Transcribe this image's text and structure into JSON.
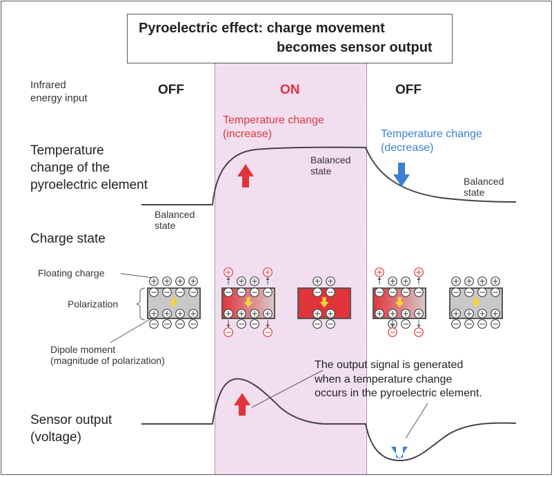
{
  "title": {
    "line1": "Pyroelectric effect: charge movement",
    "line2": "becomes sensor output"
  },
  "rows": {
    "infrared": "Infrared\nenergy input",
    "temperature": "Temperature\nchange of the\npyroelectric element",
    "charge": "Charge state",
    "sensor": "Sensor output\n(voltage)"
  },
  "states": {
    "off1": "OFF",
    "on": "ON",
    "off2": "OFF"
  },
  "annotations": {
    "temp_increase": "Temperature change\n(increase)",
    "temp_decrease": "Temperature change\n(decrease)",
    "balanced_1": "Balanced\nstate",
    "balanced_2": "Balanced\nstate",
    "balanced_3": "Balanced\nstate",
    "floating_charge": "Floating charge",
    "polarization": "Polarization",
    "dipole_moment": "Dipole moment\n(magnitude of polarization)",
    "output_note": "The output signal is generated\nwhen a temperature change\noccurs in the pyroelectric element."
  },
  "symbols": {
    "plus": "+",
    "minus": "−"
  },
  "colors": {
    "on_band": "#f1dff0",
    "red": "#e0343b",
    "blue": "#3b7fd2",
    "yellow": "#f3d43a",
    "element_gray": "#c8c8c8",
    "curve": "#444444"
  }
}
